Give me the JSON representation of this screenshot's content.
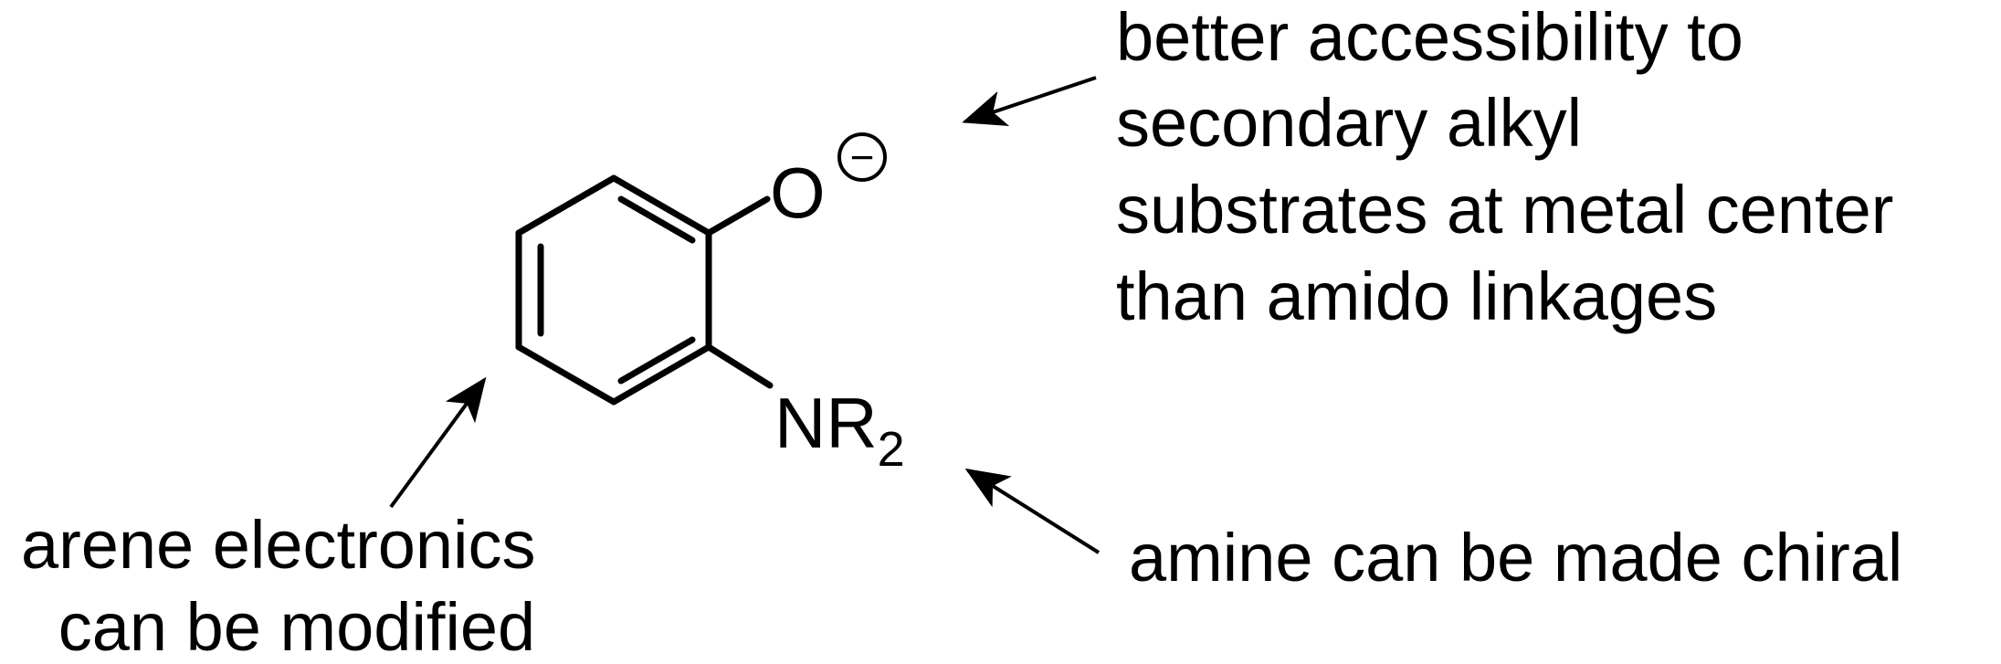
{
  "diagram": {
    "molecule": {
      "oxygen_label": "O",
      "charge_symbol": "−",
      "nitrogen_label": "NR",
      "nitrogen_subscript": "2"
    },
    "annotations": {
      "oxygen_note": [
        "better accessibility to",
        "secondary alkyl",
        "substrates at metal center",
        "than amido linkages"
      ],
      "amine_note": "amine can be made chiral",
      "arene_note": [
        "arene electronics",
        "can be modified"
      ]
    },
    "colors": {
      "ink": "#000000",
      "background": "#ffffff"
    }
  }
}
